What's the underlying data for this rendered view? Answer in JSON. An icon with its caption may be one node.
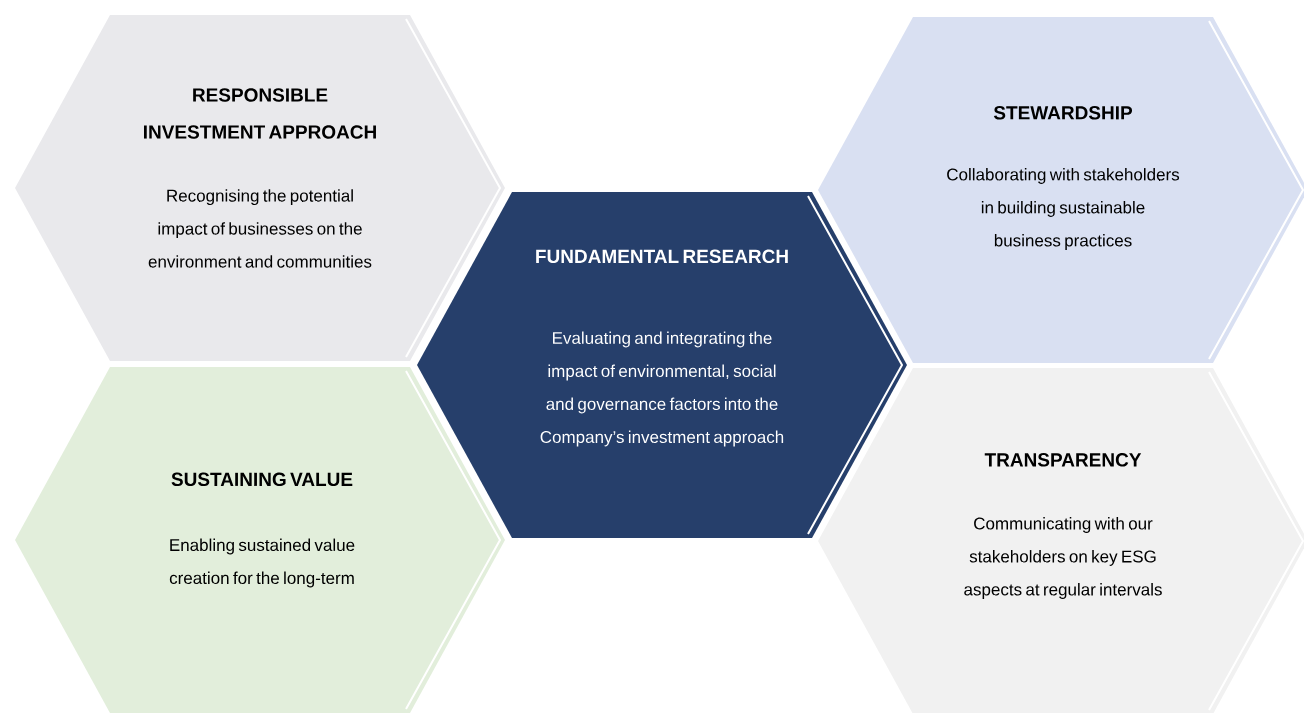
{
  "diagram": {
    "nodes": [
      {
        "text": [
          "RESPONSIBLE INVESTMENT APPROACH",
          "Recognising the potential impact of businesses on the environment and communities"
        ]
      },
      {
        "text": [
          "STEWARDSHIP",
          "Collaborating with stakeholders in building sustainable business practices"
        ]
      },
      {
        "text": [
          "FUNDAMENTAL RESEARCH",
          "Evaluating and integrating the impact of environmental, social and governance factors into the Company’s investment approach"
        ]
      },
      {
        "text": [
          "SUSTAINING VALUE",
          "Enabling sustained value creation for the long-term"
        ]
      },
      {
        "text": [
          "TRANSPARENCY",
          "Communicating with our stakeholders on key ESG aspects at regular intervals"
        ]
      }
    ]
  }
}
